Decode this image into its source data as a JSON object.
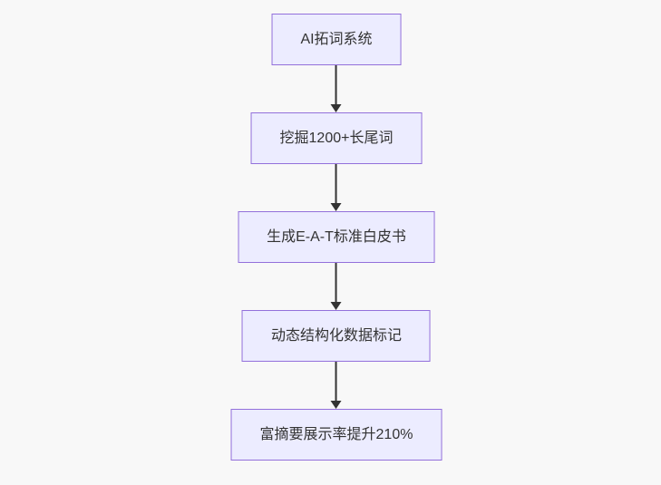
{
  "diagram": {
    "type": "flowchart",
    "direction": "top-down",
    "colors": {
      "background": "#f8f8f8",
      "node_fill": "#ECECFF",
      "node_border": "#9370DB",
      "edge": "#333333",
      "text": "#333333"
    },
    "nodes": [
      {
        "label": "AI拓词系统"
      },
      {
        "label": "挖掘1200+长尾词"
      },
      {
        "label": "生成E-A-T标准白皮书"
      },
      {
        "label": "动态结构化数据标记"
      },
      {
        "label": "富摘要展示率提升210%"
      }
    ],
    "edges": [
      {
        "from": 0,
        "to": 1
      },
      {
        "from": 1,
        "to": 2
      },
      {
        "from": 2,
        "to": 3
      },
      {
        "from": 3,
        "to": 4
      }
    ]
  }
}
